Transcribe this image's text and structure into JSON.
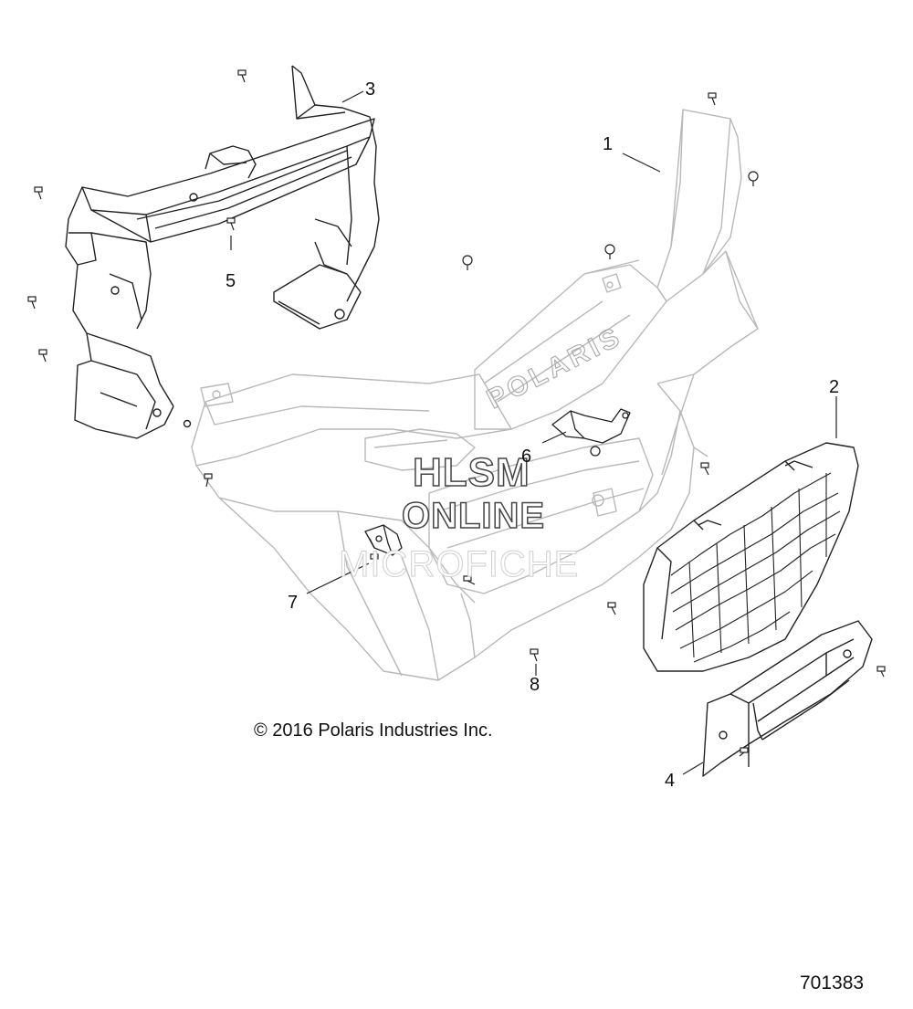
{
  "callouts": [
    {
      "id": "1",
      "label": "1"
    },
    {
      "id": "2",
      "label": "2"
    },
    {
      "id": "3",
      "label": "3"
    },
    {
      "id": "4",
      "label": "4"
    },
    {
      "id": "5",
      "label": "5"
    },
    {
      "id": "6",
      "label": "6"
    },
    {
      "id": "7",
      "label": "7"
    },
    {
      "id": "8",
      "label": "8"
    }
  ],
  "watermark": {
    "line1": "HLSM",
    "line2": "ONLINE",
    "line3": "MICROFICHE"
  },
  "copyright": "© 2016 Polaris Industries Inc.",
  "figure_number": "701383",
  "brand_text": "POLARIS"
}
